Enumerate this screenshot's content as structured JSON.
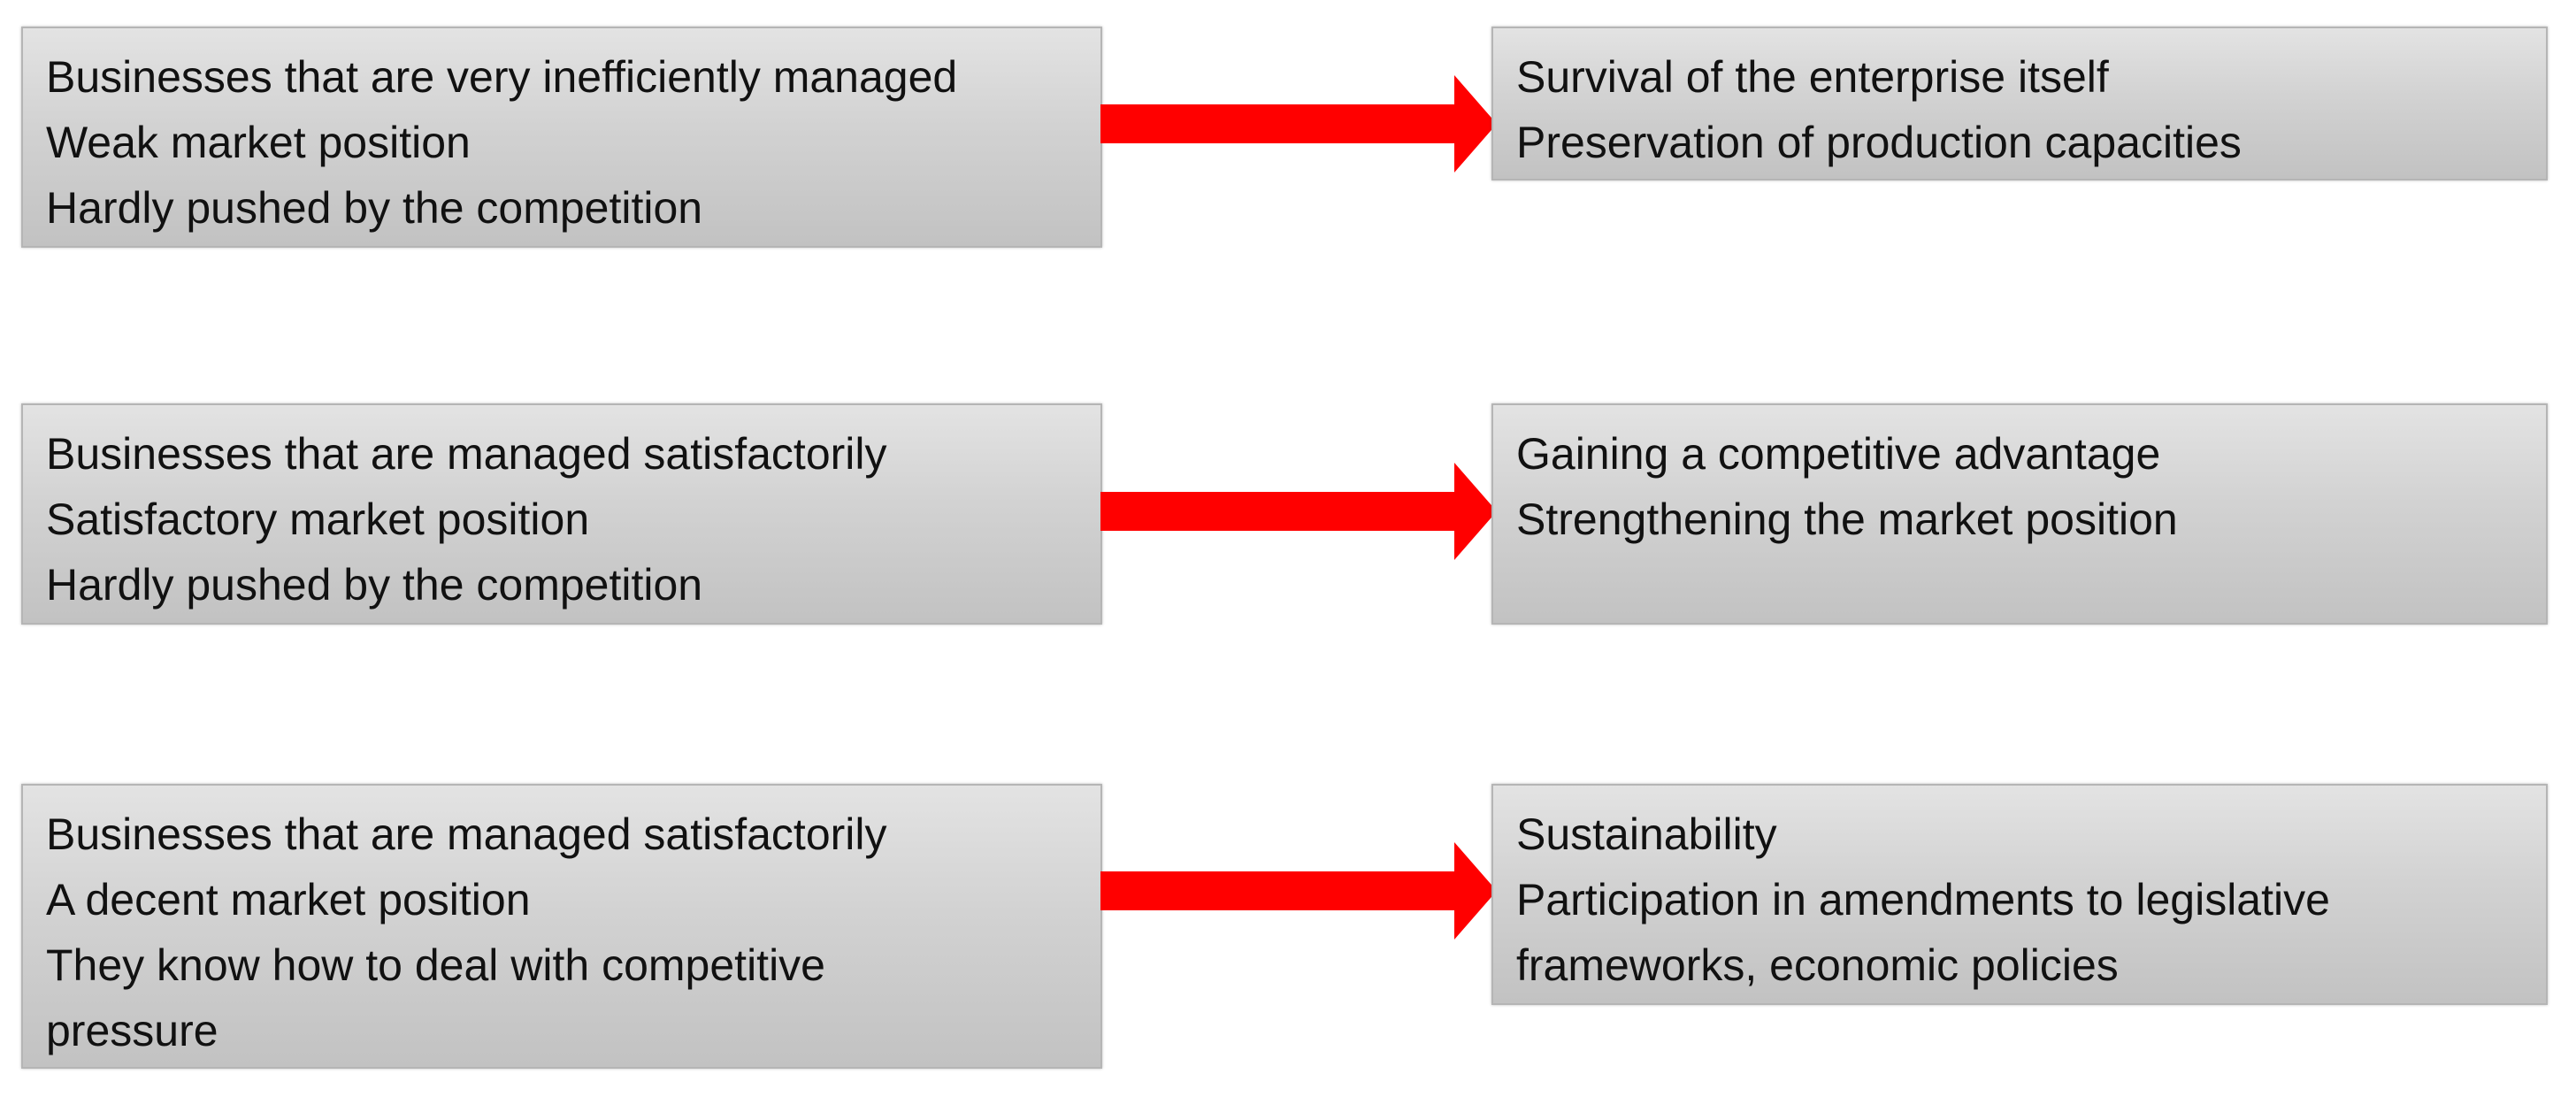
{
  "rows": [
    {
      "source": {
        "lines": [
          "Businesses that are very inefficiently managed",
          "Weak market position",
          "Hardly pushed by the competition"
        ]
      },
      "target": {
        "lines": [
          "Survival of the enterprise itself",
          "Preservation of production capacities"
        ]
      }
    },
    {
      "source": {
        "lines": [
          "Businesses that are managed satisfactorily",
          "Satisfactory market position",
          "Hardly pushed by the competition"
        ]
      },
      "target": {
        "lines": [
          "Gaining a competitive advantage",
          "Strengthening the market position"
        ]
      }
    },
    {
      "source": {
        "lines": [
          "Businesses that are managed satisfactorily",
          "A decent market position",
          "They know how to deal with competitive",
          "pressure"
        ]
      },
      "target": {
        "lines": [
          "Sustainability",
          "Participation in amendments to legislative",
          "frameworks, economic policies"
        ]
      }
    }
  ],
  "colors": {
    "arrow": "#ff0000",
    "box_fill": "#d2d2d2",
    "box_border": "#b5b5b5",
    "text": "#111111"
  }
}
